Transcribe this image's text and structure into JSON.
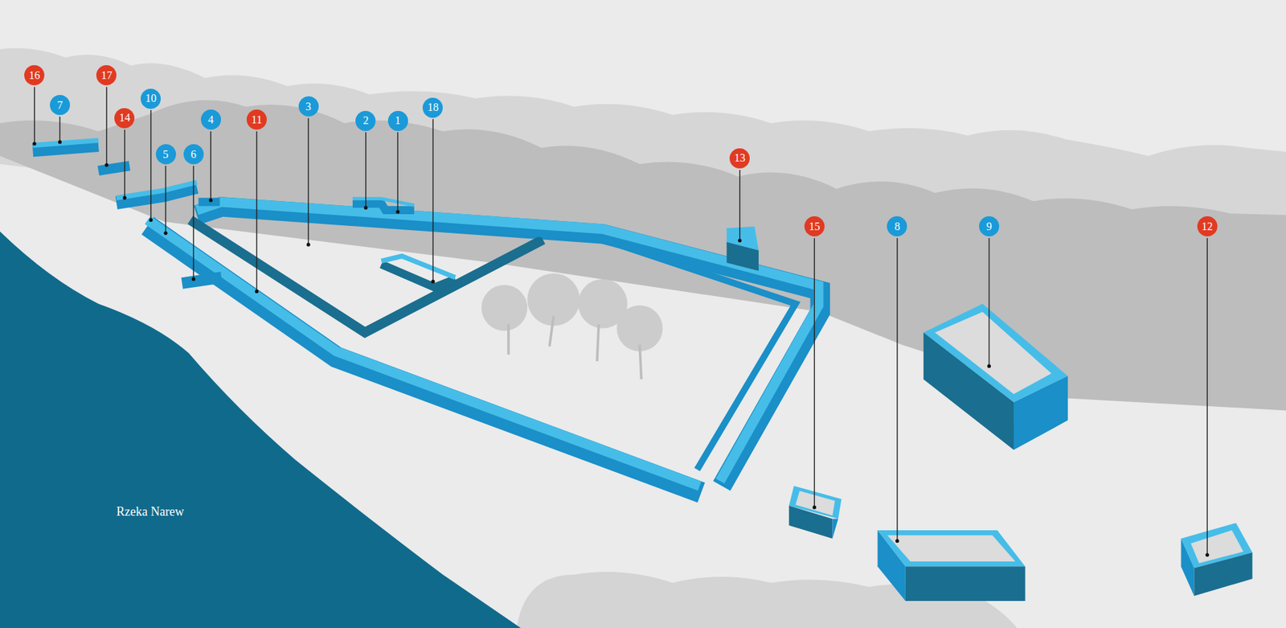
{
  "diagram": {
    "nodes": [
      {
        "text": [
          "16"
        ]
      },
      {
        "text": [
          "7"
        ]
      },
      {
        "text": [
          "17"
        ]
      },
      {
        "text": [
          "10"
        ]
      },
      {
        "text": [
          "14"
        ]
      },
      {
        "text": [
          "5"
        ]
      },
      {
        "text": [
          "6"
        ]
      },
      {
        "text": [
          "4"
        ]
      },
      {
        "text": [
          "11"
        ]
      },
      {
        "text": [
          "3"
        ]
      },
      {
        "text": [
          "2"
        ]
      },
      {
        "text": [
          "1"
        ]
      },
      {
        "text": [
          "18"
        ]
      },
      {
        "text": [
          "13"
        ]
      },
      {
        "text": [
          "15"
        ]
      },
      {
        "text": [
          "8"
        ]
      },
      {
        "text": [
          "9"
        ]
      },
      {
        "text": [
          "12"
        ]
      }
    ],
    "labels": [
      "Rzeka Narew"
    ]
  }
}
